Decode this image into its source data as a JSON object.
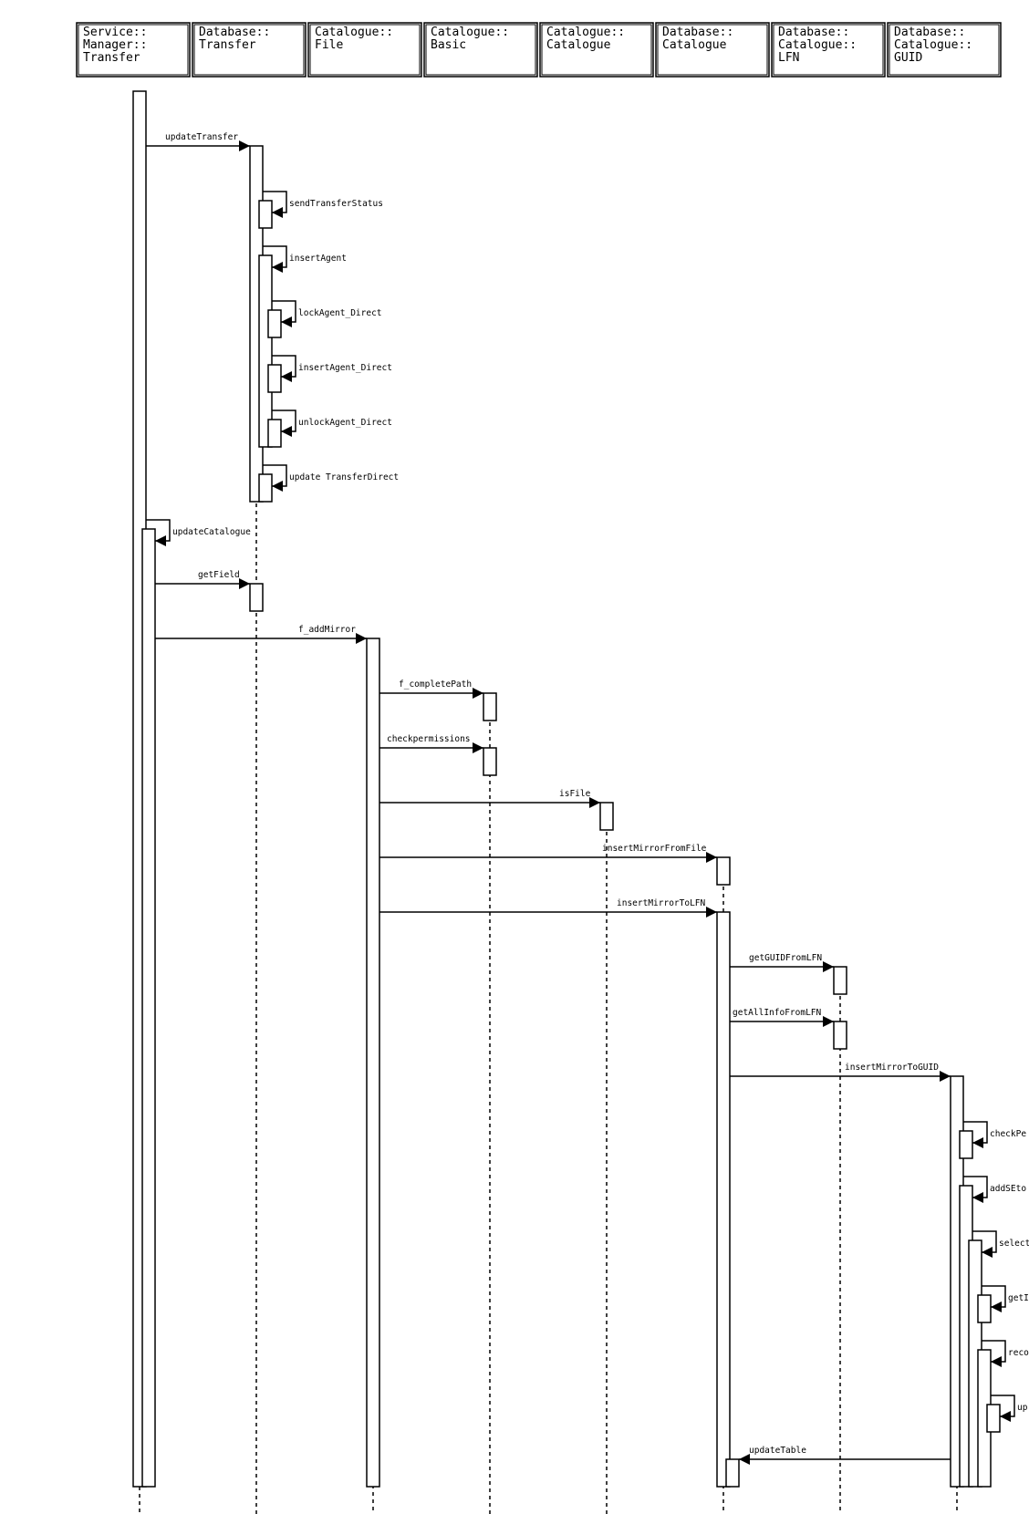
{
  "participants": [
    {
      "lines": [
        "Service::",
        "Manager::",
        "Transfer"
      ]
    },
    {
      "lines": [
        "Database::",
        "Transfer"
      ]
    },
    {
      "lines": [
        "Catalogue::",
        "File"
      ]
    },
    {
      "lines": [
        "Catalogue::",
        "Basic"
      ]
    },
    {
      "lines": [
        "Catalogue::",
        "Catalogue"
      ]
    },
    {
      "lines": [
        "Database::",
        "Catalogue"
      ]
    },
    {
      "lines": [
        "Database::",
        "Catalogue::",
        "LFN"
      ]
    },
    {
      "lines": [
        "Database::",
        "Catalogue::",
        "GUID"
      ]
    }
  ],
  "messages": [
    {
      "label": "updateTransfer",
      "from": 0,
      "to": 1
    },
    {
      "label": "sendTransferStatus",
      "from": 1,
      "to": 1
    },
    {
      "label": "insertAgent",
      "from": 1,
      "to": 1
    },
    {
      "label": "lockAgent_Direct",
      "from": 1,
      "to": 1
    },
    {
      "label": "insertAgent_Direct",
      "from": 1,
      "to": 1
    },
    {
      "label": "unlockAgent_Direct",
      "from": 1,
      "to": 1
    },
    {
      "label": "update TransferDirect",
      "from": 1,
      "to": 1
    },
    {
      "label": "updateCatalogue",
      "from": 0,
      "to": 0
    },
    {
      "label": "getField",
      "from": 0,
      "to": 1
    },
    {
      "label": "f_addMirror",
      "from": 0,
      "to": 2
    },
    {
      "label": "f_completePath",
      "from": 2,
      "to": 3
    },
    {
      "label": "checkpermissions",
      "from": 2,
      "to": 3
    },
    {
      "label": "isFile",
      "from": 2,
      "to": 4
    },
    {
      "label": "insertMirrorFromFile",
      "from": 2,
      "to": 5
    },
    {
      "label": "insertMirrorToLFN",
      "from": 2,
      "to": 5
    },
    {
      "label": "getGUIDFromLFN",
      "from": 5,
      "to": 6
    },
    {
      "label": "getAllInfoFromLFN",
      "from": 5,
      "to": 6
    },
    {
      "label": "insertMirrorToGUID",
      "from": 5,
      "to": 7
    },
    {
      "label": "checkPe",
      "from": 7,
      "to": 7
    },
    {
      "label": "addSEto",
      "from": 7,
      "to": 7
    },
    {
      "label": "select",
      "from": 7,
      "to": 7
    },
    {
      "label": "getI",
      "from": 7,
      "to": 7
    },
    {
      "label": "reco",
      "from": 7,
      "to": 7
    },
    {
      "label": "up",
      "from": 7,
      "to": 7
    },
    {
      "label": "updateTable",
      "from": 7,
      "to": 5
    }
  ]
}
